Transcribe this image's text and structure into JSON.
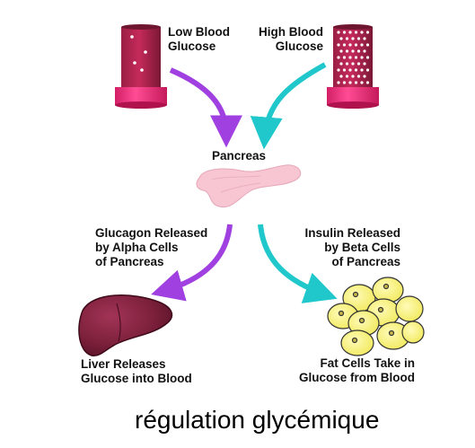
{
  "labels": {
    "low_blood_glucose": [
      "Low Blood",
      "Glucose"
    ],
    "high_blood_glucose": [
      "High Blood",
      "Glucose"
    ],
    "pancreas": "Pancreas",
    "glucagon_released": [
      "Glucagon Released",
      "by Alpha Cells",
      "of Pancreas"
    ],
    "insulin_released": [
      "Insulin Released",
      "by Beta Cells",
      "of Pancreas"
    ],
    "liver_releases": [
      "Liver Releases",
      "Glucose into Blood"
    ],
    "fat_cells_take": [
      "Fat Cells Take in",
      "Glucose from Blood"
    ]
  },
  "caption": "régulation glycémique",
  "colors": {
    "tube_pink": "#f0307a",
    "tube_dark": "#8c1f3c",
    "arrow_purple": "#a040e0",
    "arrow_teal": "#20c8cc",
    "pancreas_fill": "#f7c6d2",
    "liver_fill": "#7a1f3a",
    "fat_cell_fill": "#f6f07a"
  }
}
